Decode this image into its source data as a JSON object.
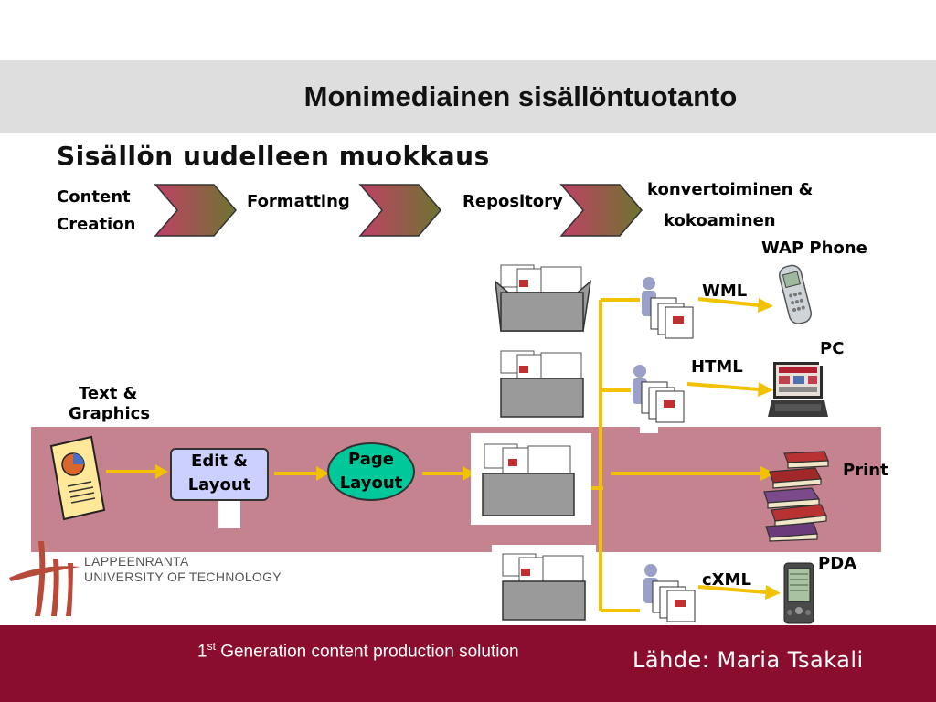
{
  "slide": {
    "title": "Monimediainen sisällöntuotanto",
    "subtitle": "Sisällön uudelleen muokkaus"
  },
  "process": {
    "content_creation_line1": "Content",
    "content_creation_line2": "Creation",
    "formatting": "Formatting",
    "repository": "Repository",
    "convert_line1": "konvertoiminen &",
    "convert_line2": "kokoaminen"
  },
  "flow": {
    "text_graphics_line1": "Text &",
    "text_graphics_line2": "Graphics",
    "edit_line1": "Edit &",
    "edit_line2": "Layout",
    "page_line1": "Page",
    "page_line2": "Layout"
  },
  "outputs": {
    "wap_phone": "WAP Phone",
    "wml": "WML",
    "pc": "PC",
    "html": "HTML",
    "print": "Print",
    "pda": "PDA",
    "cxml": "cXML"
  },
  "university": {
    "line1": "LAPPEENRANTA",
    "line2": "UNIVERSITY OF TECHNOLOGY"
  },
  "footer": {
    "left_prefix": "1",
    "left_sup": "st",
    "left_rest": " Generation content production solution",
    "right": "Lähde: Maria Tsakali"
  },
  "colors": {
    "title_bar": "#dedede",
    "band": "#c5828f",
    "footer": "#8b0d2e",
    "connector": "#f2c100",
    "edit_box": "#ccd0ff",
    "page_oval": "#00c89a"
  }
}
